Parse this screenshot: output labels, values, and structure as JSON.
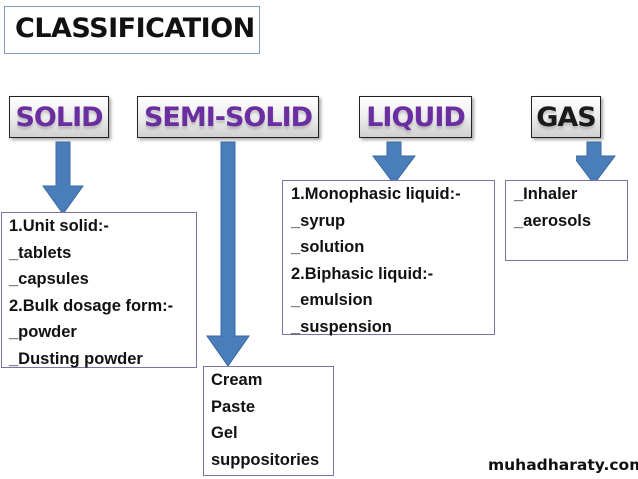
{
  "title": "CLASSIFICATION",
  "categories": {
    "solid": {
      "label": "SOLID",
      "items": [
        "1.Unit solid:-",
        "_tablets",
        "_capsules",
        "2.Bulk dosage form:-",
        "_powder",
        "_Dusting powder"
      ]
    },
    "semisolid": {
      "label": "SEMI-SOLID",
      "items": [
        "Cream",
        "Paste",
        "Gel",
        "suppositories"
      ]
    },
    "liquid": {
      "label": "LIQUID",
      "items": [
        "1.Monophasic liquid:-",
        "_syrup",
        "_solution",
        "2.Biphasic liquid:-",
        "_emulsion",
        "_suspension"
      ]
    },
    "gas": {
      "label": "GAS",
      "items": [
        "_Inhaler",
        "_aerosols"
      ]
    }
  },
  "watermark": "muhadharaty.com",
  "colors": {
    "arrow": "#4a7ebb",
    "category_text": "#6a2ea0",
    "box_border": "#8070a8"
  }
}
